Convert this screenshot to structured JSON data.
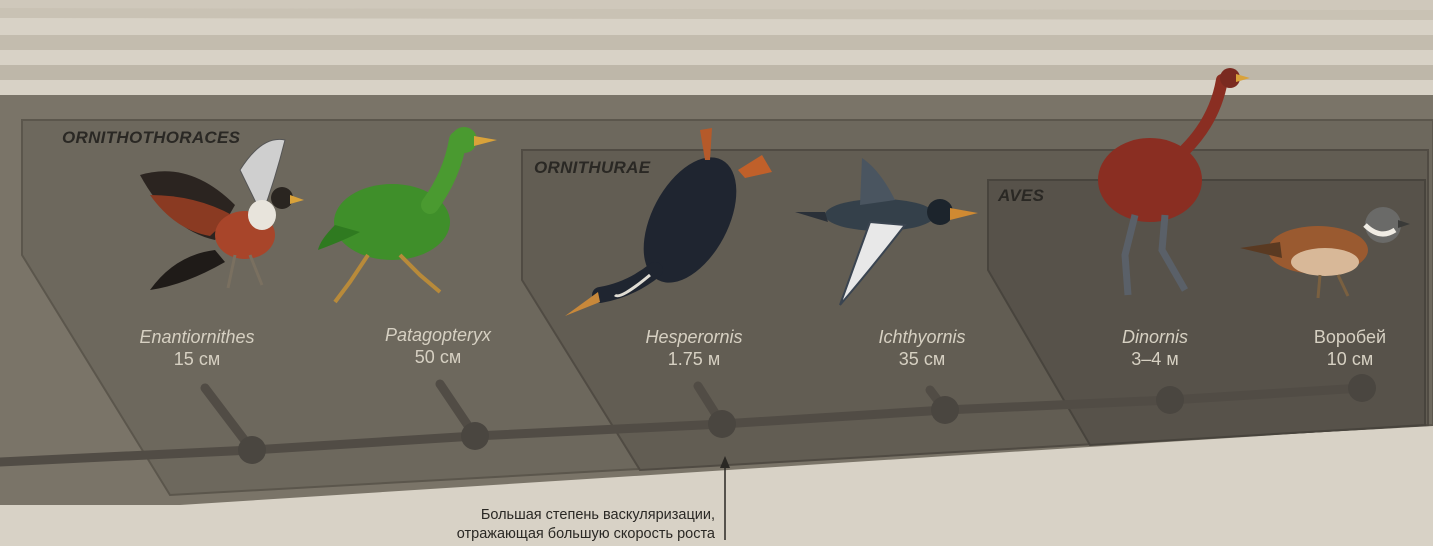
{
  "clades": [
    {
      "label": "ORNITHOTHORACES"
    },
    {
      "label": "ORNITHURAE"
    },
    {
      "label": "AVES"
    }
  ],
  "taxa": [
    {
      "name": "Enantiornithes",
      "size": "15 см",
      "icon": "enantiornithes-bird-icon"
    },
    {
      "name": "Patagopteryx",
      "size": "50 см",
      "icon": "patagopteryx-bird-icon"
    },
    {
      "name": "Hesperornis",
      "size": "1.75 м",
      "icon": "hesperornis-bird-icon"
    },
    {
      "name": "Ichthyornis",
      "size": "35 см",
      "icon": "ichthyornis-bird-icon"
    },
    {
      "name": "Dinornis",
      "size": "3–4 м",
      "icon": "dinornis-bird-icon"
    },
    {
      "name": "Воробей",
      "size": "10 см",
      "icon": "sparrow-icon"
    }
  ],
  "annotation": {
    "line1": "Большая степень васкуляризации,",
    "line2": "отражающая большую скорость роста"
  },
  "colors": {
    "background": "#d8d2c6",
    "band_outer": "#6f6a5f",
    "band_mid": "#5f5a50",
    "band_inner": "#554f46",
    "tree": "#55504a",
    "text_light": "#d6d0c2",
    "text_dark": "#2a2824"
  }
}
